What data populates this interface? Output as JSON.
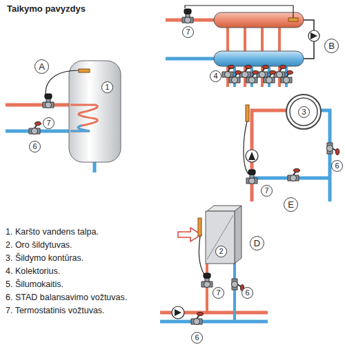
{
  "diagram": {
    "title": "Taikymo pavyzdys",
    "labels": [
      "A",
      "1",
      "7",
      "6",
      "7",
      "B",
      "4",
      "3",
      "6",
      "7",
      "E",
      "2",
      "D",
      "7",
      "6",
      "6",
      "1. Karšto vandens talpa.",
      "2. Oro šildytuvas.",
      "3. Šildymo kontūras.",
      "4. Kolektorius.",
      "5. Šilumokaitis.",
      "6. STAD balansavimo vožtuvas.",
      "7. Termostatinis vožtuvas."
    ]
  }
}
